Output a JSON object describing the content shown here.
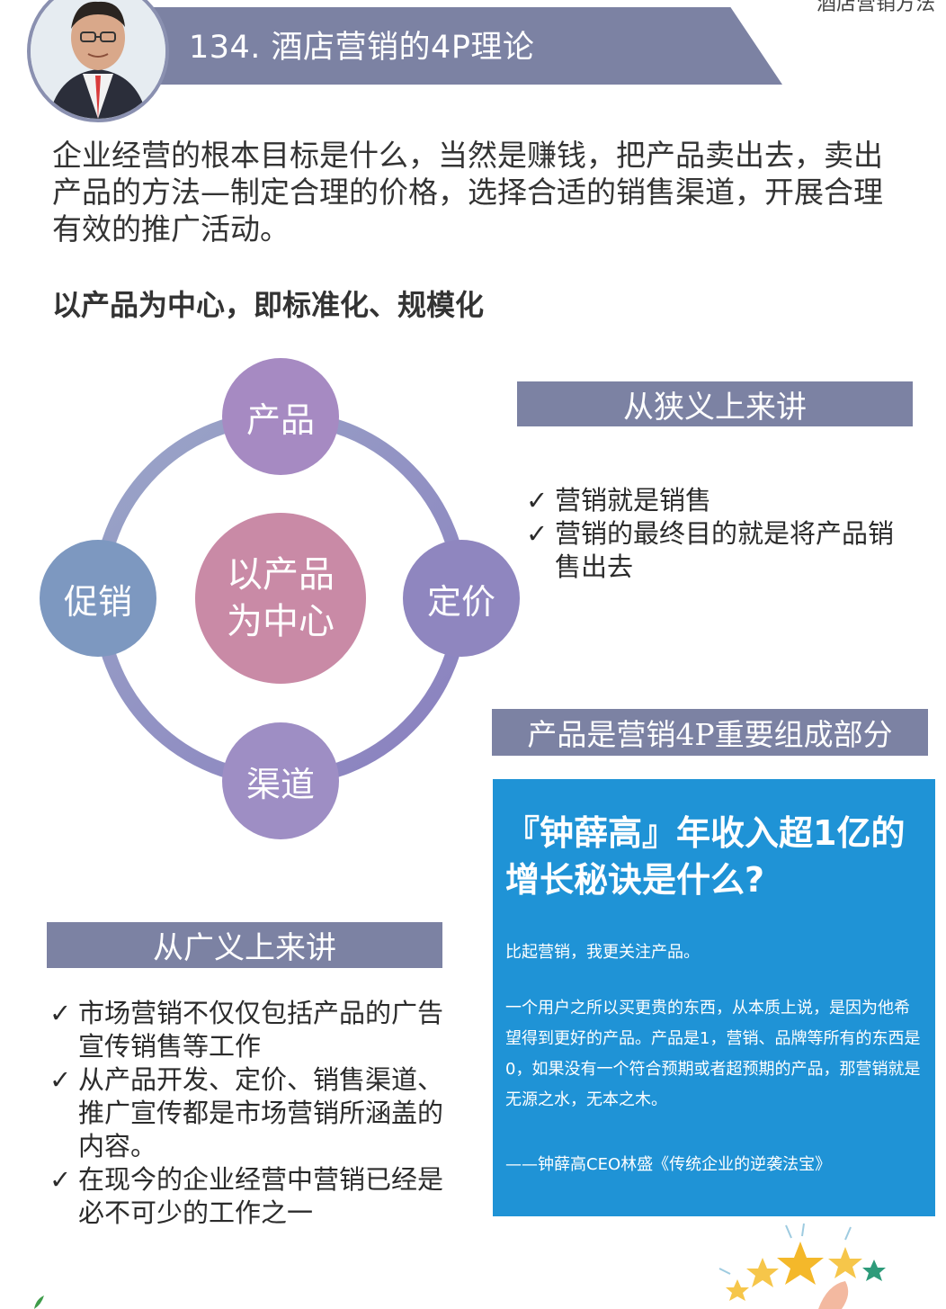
{
  "header": {
    "title": "134. 酒店营销的4P理论",
    "corner": "酒店营销方法"
  },
  "intro": "企业经营的根本目标是什么，当然是赚钱，把产品卖出去，卖出产品的方法—制定合理的价格，选择合适的销售渠道，开展合理有效的推广活动。",
  "subhead": "以产品为中心，即标准化、规模化",
  "diagram": {
    "center": "以产品为中心",
    "nodes": {
      "top": "产品",
      "right": "定价",
      "bottom": "渠道",
      "left": "促销"
    },
    "colors": {
      "product": "#a68ac2",
      "price": "#8f86bf",
      "channel": "#9e8ec4",
      "promotion": "#7d98c0",
      "center": "#c98aa6"
    }
  },
  "narrow": {
    "label": "从狭义上来讲",
    "items": [
      "营销就是销售",
      "营销的最终目的就是将产品销售出去"
    ]
  },
  "fourp_label": "产品是营销4P重要组成部分",
  "broad": {
    "label": "从广义上来讲",
    "items": [
      "市场营销不仅仅包括产品的广告宣传销售等工作",
      "从产品开发、定价、销售渠道、推广宣传都是市场营销所涵盖的内容。",
      "在现今的企业经营中营销已经是必不可少的工作之一"
    ]
  },
  "quote": {
    "heading": "『钟薛高』年收入超1亿的增长秘诀是什么?",
    "p1": "比起营销，我更关注产品。",
    "p2": "一个用户之所以买更贵的东西，从本质上说，是因为他希望得到更好的产品。产品是1，营销、品牌等所有的东西是0，如果没有一个符合预期或者超预期的产品，那营销就是无源之水，无本之木。",
    "source": "——钟薛高CEO林盛《传统企业的逆袭法宝》"
  },
  "icons": {
    "check": "✓"
  },
  "accent": "#7c82a3",
  "quote_bg": "#1f93d6"
}
